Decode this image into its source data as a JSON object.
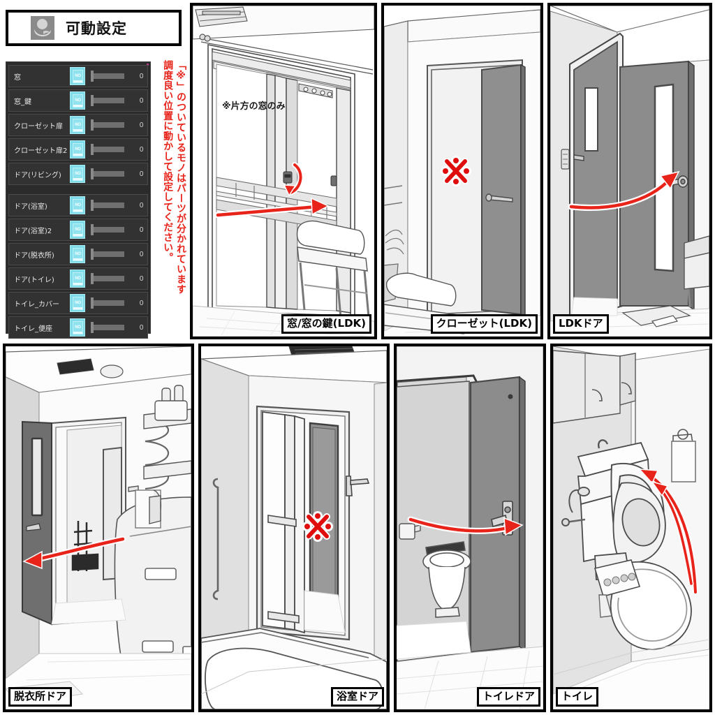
{
  "window": {
    "title": "可動設定",
    "title_icon": "person-hand-icon"
  },
  "param_panel": {
    "groups": [
      {
        "rows": [
          {
            "label": "窓",
            "toggle": "NO",
            "slider_value": 0,
            "value": "0"
          },
          {
            "label": "窓_鍵",
            "toggle": "NO",
            "slider_value": 0,
            "value": "0"
          },
          {
            "label": "クローゼット扉",
            "toggle": "NO",
            "slider_value": 0,
            "value": "0"
          },
          {
            "label": "クローゼット扉2",
            "toggle": "NO",
            "slider_value": 0,
            "value": "0"
          },
          {
            "label": "ドア(リビング)",
            "toggle": "NO",
            "slider_value": 0,
            "value": "0"
          }
        ]
      },
      {
        "rows": [
          {
            "label": "ドア(浴室)",
            "toggle": "NO",
            "slider_value": 0,
            "value": "0"
          },
          {
            "label": "ドア(浴室)2",
            "toggle": "NO",
            "slider_value": 0,
            "value": "0"
          },
          {
            "label": "ドア(脱衣所)",
            "toggle": "NO",
            "slider_value": 0,
            "value": "0"
          },
          {
            "label": "ドア(トイレ)",
            "toggle": "NO",
            "slider_value": 0,
            "value": "0"
          },
          {
            "label": "トイレ_カバー",
            "toggle": "NO",
            "slider_value": 0,
            "value": "0"
          },
          {
            "label": "トイレ_便座",
            "toggle": "NO",
            "slider_value": 0,
            "value": "0"
          }
        ]
      }
    ]
  },
  "note": {
    "red_vertical": "「※」のついているモノはパーツが分かれています\n調度良い位置に動かして設定してください。",
    "color": "#e8231a"
  },
  "panels": [
    {
      "id": "window-ldk",
      "caption": "窓/窓の鍵(LDK)",
      "caption_pos": "bottom-right",
      "annotation": "※片方の窓のみ",
      "has_kome": false
    },
    {
      "id": "closet-ldk",
      "caption": "クローゼット(LDK)",
      "caption_pos": "bottom-right",
      "annotation": "",
      "has_kome": true
    },
    {
      "id": "ldk-door",
      "caption": "LDKドア",
      "caption_pos": "bottom-left",
      "annotation": "",
      "has_kome": false
    },
    {
      "id": "dressing-door",
      "caption": "脱衣所ドア",
      "caption_pos": "bottom-left",
      "annotation": "",
      "has_kome": false
    },
    {
      "id": "bath-door",
      "caption": "浴室ドア",
      "caption_pos": "bottom-right",
      "annotation": "",
      "has_kome": true
    },
    {
      "id": "toilet-door",
      "caption": "トイレドア",
      "caption_pos": "bottom-right",
      "annotation": "",
      "has_kome": false
    },
    {
      "id": "toilet",
      "caption": "トイレ",
      "caption_pos": "bottom-left",
      "annotation": "",
      "has_kome": false
    }
  ],
  "colors": {
    "arrow_red": "#e8231a",
    "toggle_cyan": "#7fdbe8",
    "panel_bg": "#2b2b2b",
    "door_gray": "#8c8c8c",
    "wall_light": "#efefef"
  }
}
